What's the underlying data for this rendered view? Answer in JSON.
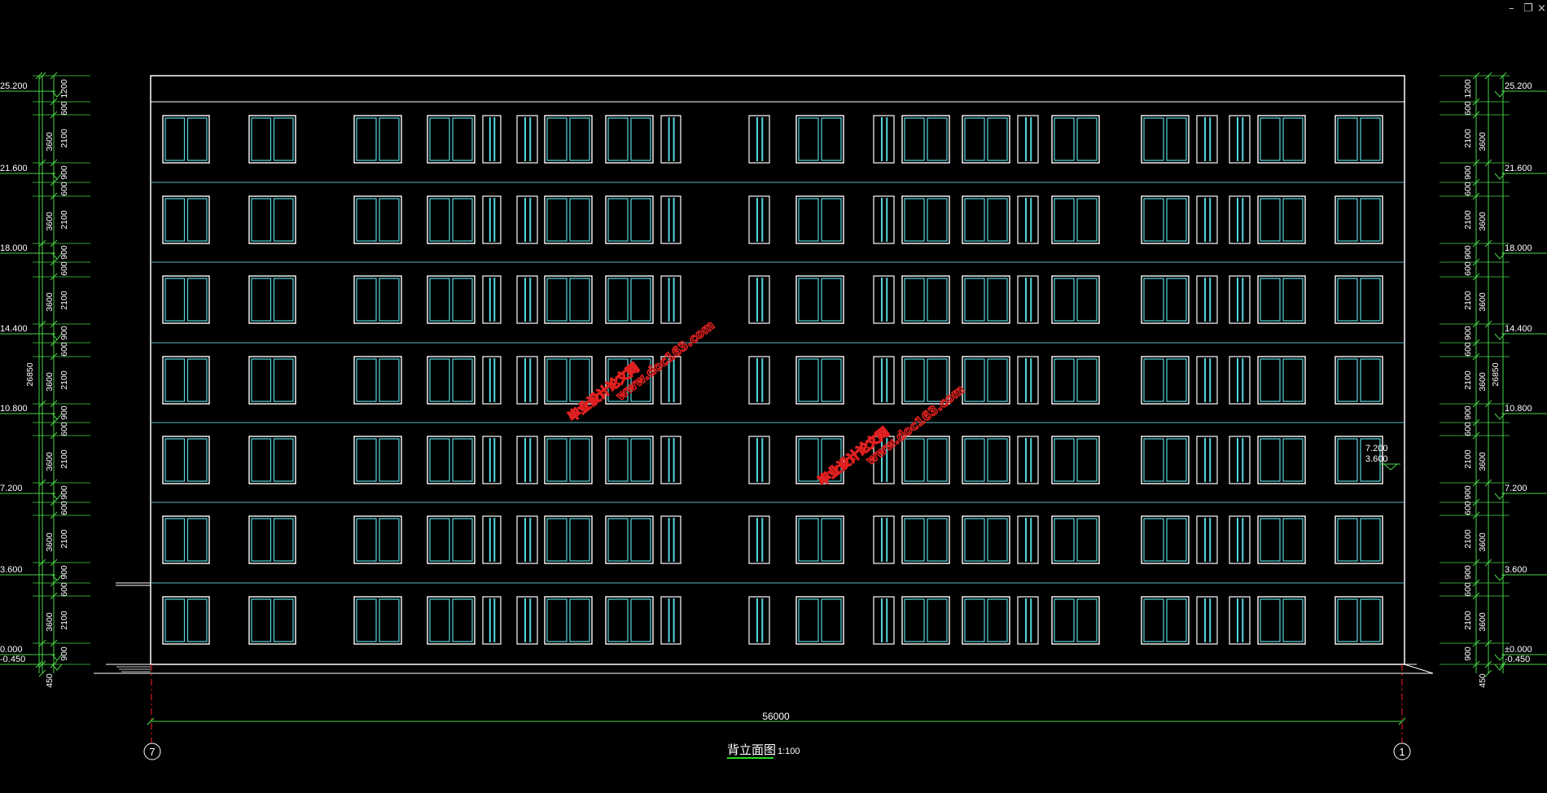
{
  "window_controls": {
    "minimize_glyph": "–",
    "restore_glyph": "❐",
    "close_glyph": "×"
  },
  "colors": {
    "background": "#000000",
    "outline": "#ffffff",
    "window_cyan": "#55d8e0",
    "floor_line": "#5ab8c6",
    "dimension_green": "#49d549",
    "text": "#ffffff",
    "axis_red": "#ff2020",
    "watermark": "#e02020",
    "title_underline": "#22dd22"
  },
  "drawing": {
    "title": "背立面图",
    "scale": "1:100",
    "total_width_dim": "56000",
    "axis_left": "7",
    "axis_right": "1",
    "total_height_dim": "26850",
    "elevation_marks_left": [
      "25.200",
      "21.600",
      "18.000",
      "14.400",
      "10.800",
      "7.200",
      "3.600",
      "±0.000",
      "-0.450"
    ],
    "elevation_marks_right": [
      "25.200",
      "21.600",
      "18.000",
      "14.400",
      "10.800",
      "7.200",
      "3.600",
      "±0.000",
      "-0.450"
    ],
    "elevation_marks_left_printed": [
      "25.200",
      "21.600",
      "18.000",
      "14.400",
      "10.800",
      "7.200",
      "3.600",
      "0.000",
      "-0.450"
    ],
    "segment_dims_inner": [
      "1200",
      "600",
      "2100",
      "900",
      "600",
      "2100",
      "900",
      "600",
      "2100",
      "900",
      "600",
      "2100",
      "900",
      "600",
      "2100",
      "900",
      "600",
      "2100",
      "900",
      "600",
      "2100",
      "900"
    ],
    "segment_dims_outer": [
      "3600",
      "3600",
      "3600",
      "3600",
      "3600",
      "3600",
      "3600"
    ],
    "base_dim": "450",
    "callout_values": [
      "7.200",
      "3.600"
    ],
    "watermark_cn": "毕业设计论文网",
    "watermark_url": "www.doc163.com"
  }
}
